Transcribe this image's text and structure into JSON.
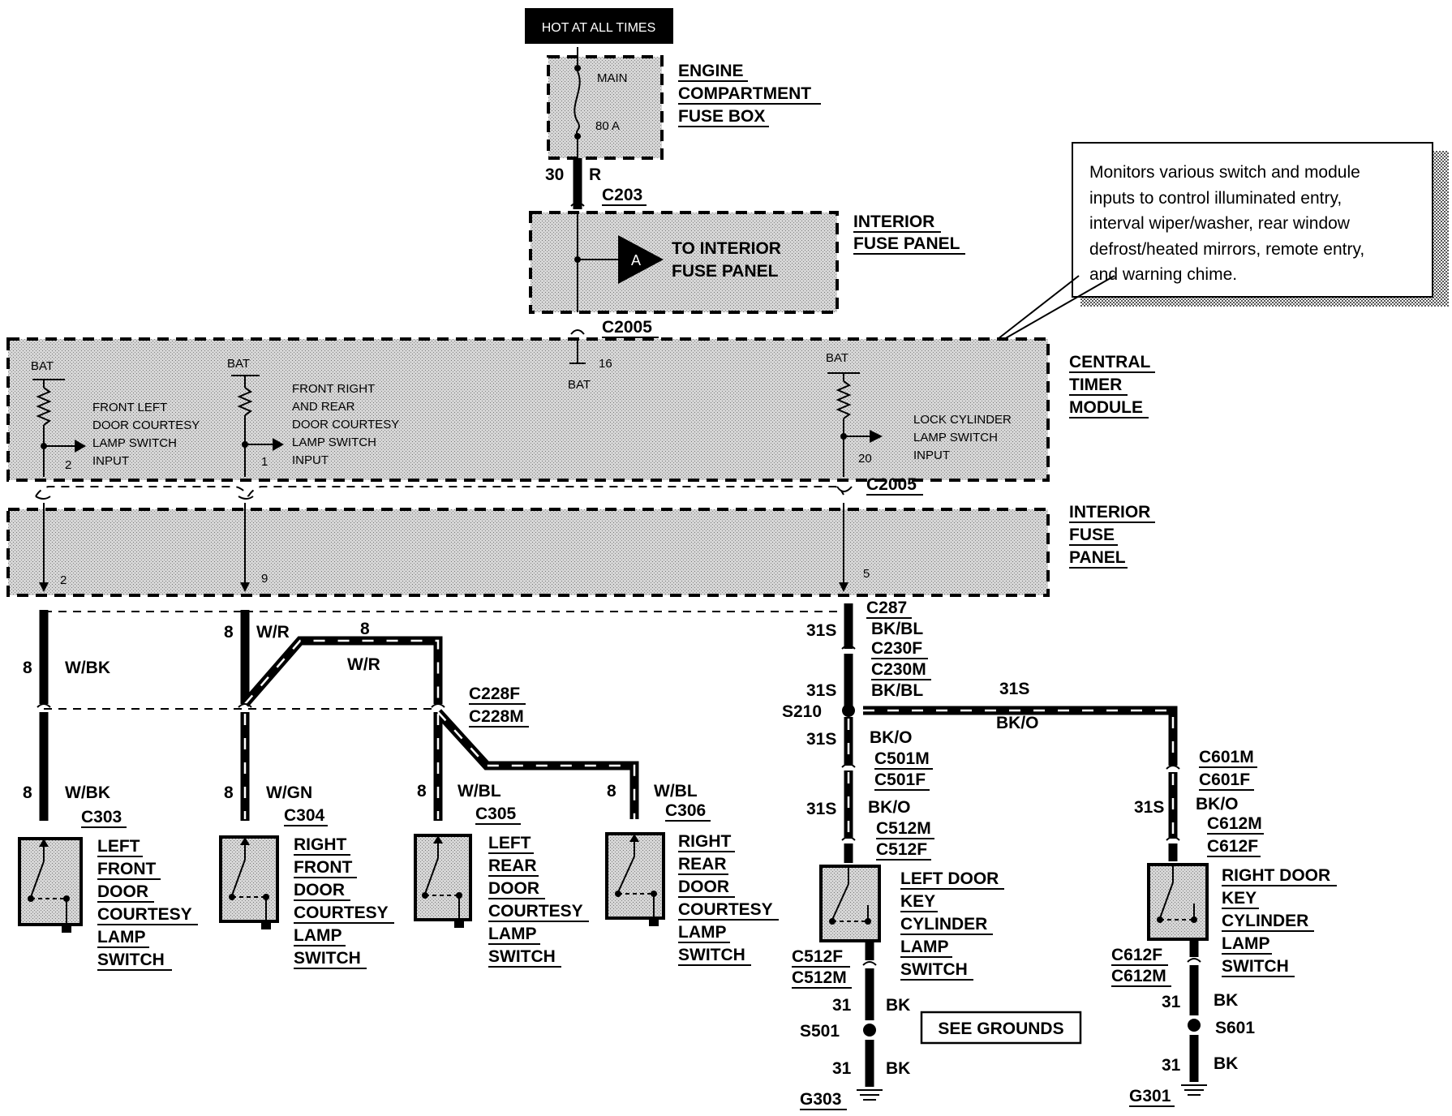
{
  "hot_label": "HOT AT ALL TIMES",
  "fuse": {
    "main": "MAIN",
    "rating": "80 A"
  },
  "engine_box": [
    "ENGINE",
    "COMPARTMENT",
    "FUSE BOX"
  ],
  "wire_top": {
    "gauge": "30",
    "color": "R",
    "connector": "C203"
  },
  "interior_top": {
    "to_text": [
      "TO INTERIOR",
      "FUSE PANEL"
    ],
    "marker": "A",
    "label": [
      "INTERIOR",
      "FUSE PANEL"
    ]
  },
  "callout": [
    "Monitors various switch and module",
    "inputs to control illuminated entry,",
    "interval wiper/washer, rear window",
    "defrost/heated mirrors, remote entry,",
    "and warning chime."
  ],
  "ctm": {
    "connector_top": "C2005",
    "bat": "BAT",
    "pin_mid": "16",
    "pins": [
      "2",
      "1",
      "20"
    ],
    "input1": [
      "FRONT LEFT",
      "DOOR COURTESY",
      "LAMP SWITCH",
      "INPUT"
    ],
    "input2": [
      "FRONT RIGHT",
      "AND REAR",
      "DOOR COURTESY",
      "LAMP SWITCH",
      "INPUT"
    ],
    "input3": [
      "LOCK CYLINDER",
      "LAMP SWITCH",
      "INPUT"
    ],
    "label": [
      "CENTRAL",
      "TIMER",
      "MODULE"
    ]
  },
  "connector_mid": "C2005",
  "ifp": {
    "pins": [
      "2",
      "9",
      "5"
    ],
    "label": [
      "INTERIOR",
      "FUSE",
      "PANEL"
    ]
  },
  "wires": {
    "w1": {
      "gauge": "8",
      "color": "W/BK"
    },
    "w2": {
      "gauge": "8",
      "color": "W/R"
    },
    "w2b": {
      "gauge": "8",
      "color": "W/R"
    },
    "c228": [
      "C228F",
      "C228M"
    ],
    "w1b": {
      "gauge": "8",
      "color": "W/BK",
      "connector": "C303"
    },
    "w2c": {
      "gauge": "8",
      "color": "W/GN",
      "connector": "C304"
    },
    "w3": {
      "gauge": "8",
      "color": "W/BL",
      "connector": "C305"
    },
    "w4": {
      "gauge": "8",
      "color": "W/BL",
      "connector": "C306"
    },
    "right": {
      "c287": "C287",
      "g1": "31S",
      "c1": "BK/BL",
      "c230": [
        "C230F",
        "C230M"
      ],
      "g2": "31S",
      "c2": "BK/BL",
      "s210": "S210",
      "g3": "31S",
      "c3": "BK/O",
      "branch_g": "31S",
      "branch_c": "BK/O",
      "c501": [
        "C501M",
        "C501F"
      ],
      "g4": "31S",
      "c4": "BK/O",
      "c512": [
        "C512M",
        "C512F"
      ],
      "c601": [
        "C601M",
        "C601F"
      ],
      "g5": "31S",
      "c5": "BK/O",
      "c612": [
        "C612M",
        "C612F"
      ]
    }
  },
  "switches": {
    "s1": [
      "LEFT",
      "FRONT",
      "DOOR",
      "COURTESY",
      "LAMP",
      "SWITCH"
    ],
    "s2": [
      "RIGHT",
      "FRONT",
      "DOOR",
      "COURTESY",
      "LAMP",
      "SWITCH"
    ],
    "s3": [
      "LEFT",
      "REAR",
      "DOOR",
      "COURTESY",
      "LAMP",
      "SWITCH"
    ],
    "s4": [
      "RIGHT",
      "REAR",
      "DOOR",
      "COURTESY",
      "LAMP",
      "SWITCH"
    ],
    "s5": [
      "LEFT DOOR",
      "KEY",
      "CYLINDER",
      "LAMP",
      "SWITCH"
    ],
    "s6": [
      "RIGHT DOOR",
      "KEY",
      "CYLINDER",
      "LAMP",
      "SWITCH"
    ]
  },
  "ground_left": {
    "conn": [
      "C512F",
      "C512M"
    ],
    "g1": "31",
    "c1": "BK",
    "splice": "S501",
    "g2": "31",
    "c2": "BK",
    "ground": "G303"
  },
  "ground_right": {
    "conn": [
      "C612F",
      "C612M"
    ],
    "g1": "31",
    "c1": "BK",
    "splice": "S601",
    "g2": "31",
    "c2": "BK",
    "ground": "G301"
  },
  "see_grounds": "SEE GROUNDS"
}
